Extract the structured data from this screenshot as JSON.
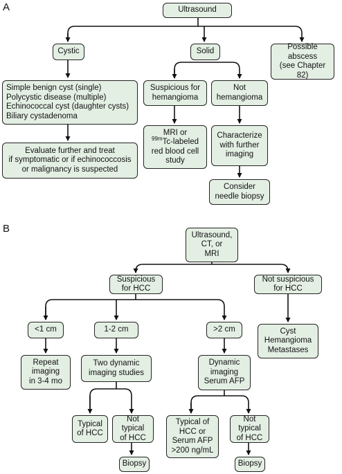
{
  "panels": [
    {
      "label": "A"
    },
    {
      "label": "B"
    }
  ],
  "panel_a": {
    "ultrasound": "Ultrasound",
    "cystic": "Cystic",
    "solid": "Solid",
    "abscess": "Possible\nabscess\n(see Chapter 82)",
    "cyst_types": "Simple benign cyst (single)\nPolycystic disease (multiple)\nEchinococcal cyst (daughter cysts)\nBiliary cystadenoma",
    "evaluate": "Evaluate further and treat\nif symptomatic or if echinococcosis\nor malignancy is suspected",
    "suspicious_hemangioma": "Suspicious for\nhemangioma",
    "not_hemangioma": "Not\nhemangioma",
    "mri_pre": "MRI or",
    "mri_sup": "99m",
    "mri_post": "Tc-labeled\nred blood cell\nstudy",
    "characterize": "Characterize\nwith further\nimaging",
    "needle_biopsy": "Consider\nneedle biopsy"
  },
  "panel_b": {
    "imaging": "Ultrasound,\nCT, or\nMRI",
    "suspicious_hcc": "Suspicious\nfor HCC",
    "not_suspicious_hcc": "Not suspicious\nfor HCC",
    "lt1": "<1 cm",
    "mid": "1-2 cm",
    "gt2": ">2 cm",
    "cyst_list": "Cyst\nHemangioma\nMetastases",
    "repeat": "Repeat\nimaging\nin 3-4 mo",
    "two_dynamic": "Two dynamic\nimaging studies",
    "dynamic_afp": "Dynamic\nimaging\nSerum AFP",
    "typical1": "Typical\nof HCC",
    "not_typical1": "Not typical\nof HCC",
    "typical2": "Typical of\nHCC or\nSerum AFP\n>200 ng/mL",
    "not_typical2": "Not typical\nof HCC",
    "biopsy1": "Biopsy",
    "biopsy2": "Biopsy"
  }
}
